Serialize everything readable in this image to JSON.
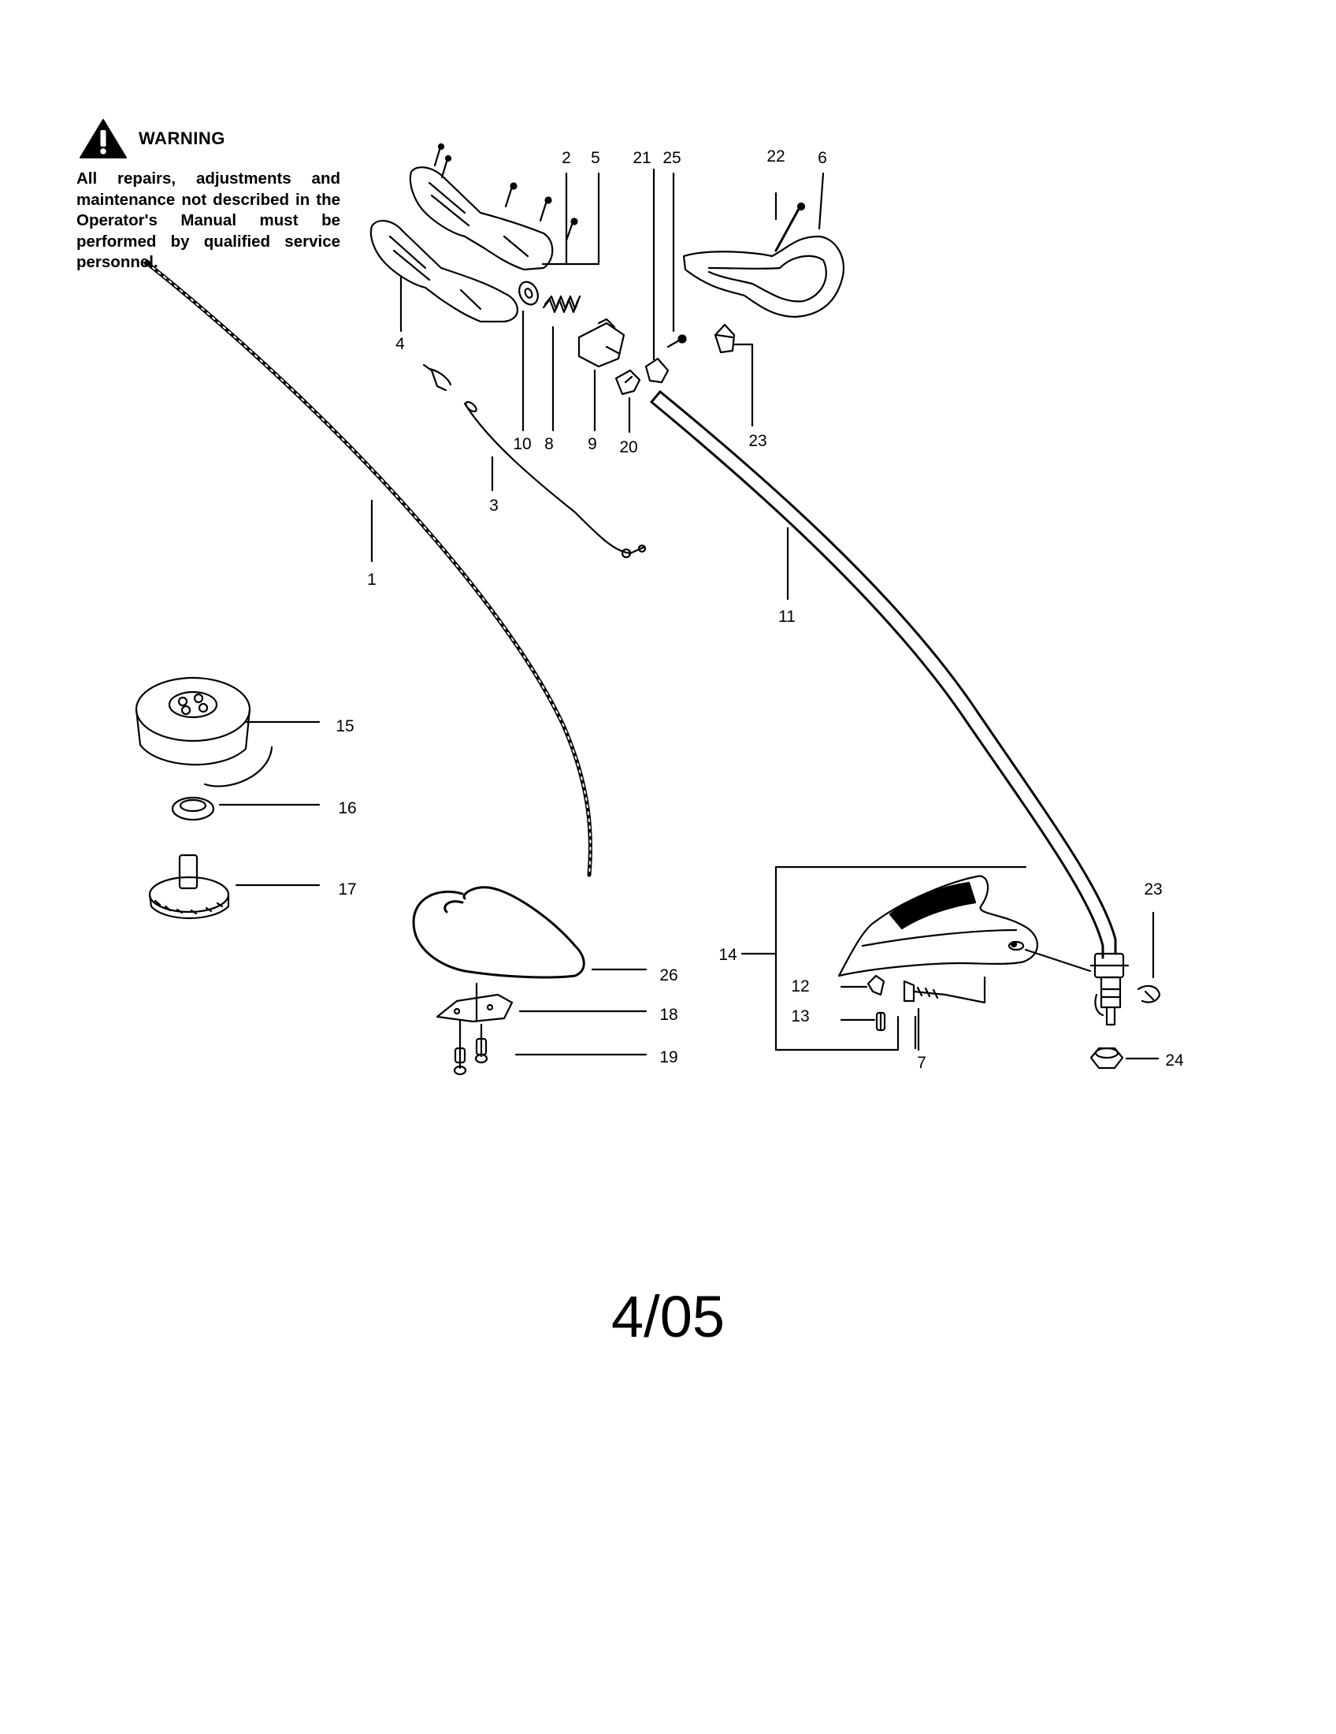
{
  "warning": {
    "icon": "warning-triangle-icon",
    "title": "WARNING",
    "text": "All repairs, adjustments and maintenance not described in the Operator's Manual must be performed by qualified service personnel."
  },
  "callouts": {
    "p1": "1",
    "p2": "2",
    "p3": "3",
    "p4": "4",
    "p5": "5",
    "p6": "6",
    "p7": "7",
    "p8": "8",
    "p9": "9",
    "p10": "10",
    "p11": "11",
    "p12": "12",
    "p13": "13",
    "p14": "14",
    "p15": "15",
    "p16": "16",
    "p17": "17",
    "p18": "18",
    "p19": "19",
    "p20": "20",
    "p21": "21",
    "p22": "22",
    "p23a": "23",
    "p23b": "23",
    "p24": "24",
    "p25": "25",
    "p26": "26"
  },
  "footer": {
    "date_code": "4/05"
  }
}
